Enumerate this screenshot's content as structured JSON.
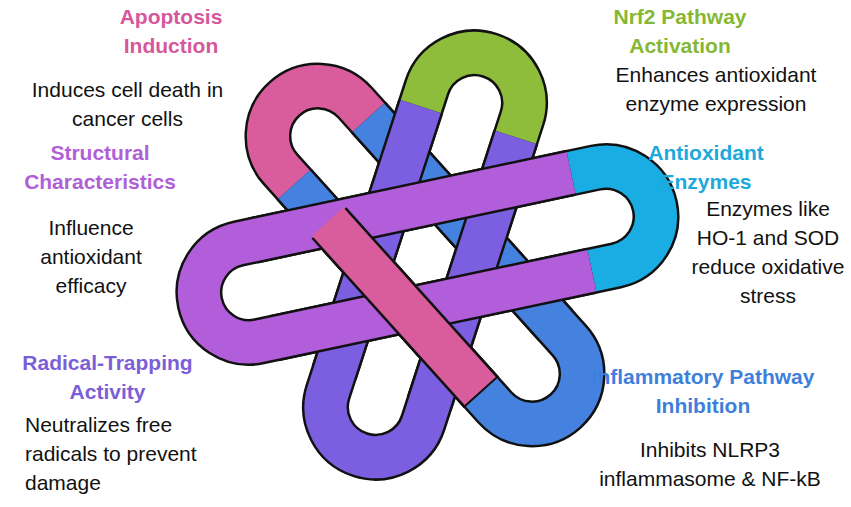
{
  "diagram": {
    "nodes": [
      {
        "text": [
          "Apoptosis Induction",
          "Induces cell death in cancer cells"
        ]
      },
      {
        "text": [
          "Nrf2 Pathway Activation",
          "Enhances antioxidant enzyme expression"
        ]
      },
      {
        "text": [
          "Structural Characteristics",
          "Influence antioxidant efficacy"
        ]
      },
      {
        "text": [
          "Antioxidant Enzymes",
          "Enzymes like HO-1 and SOD reduce oxidative stress"
        ]
      },
      {
        "text": [
          "Radical-Trapping Activity",
          "Neutralizes free radicals to prevent damage"
        ]
      },
      {
        "text": [
          "Inflammatory Pathway Inhibition",
          "Inhibits NLRP3 inflammasome & NF-kB"
        ]
      }
    ]
  }
}
